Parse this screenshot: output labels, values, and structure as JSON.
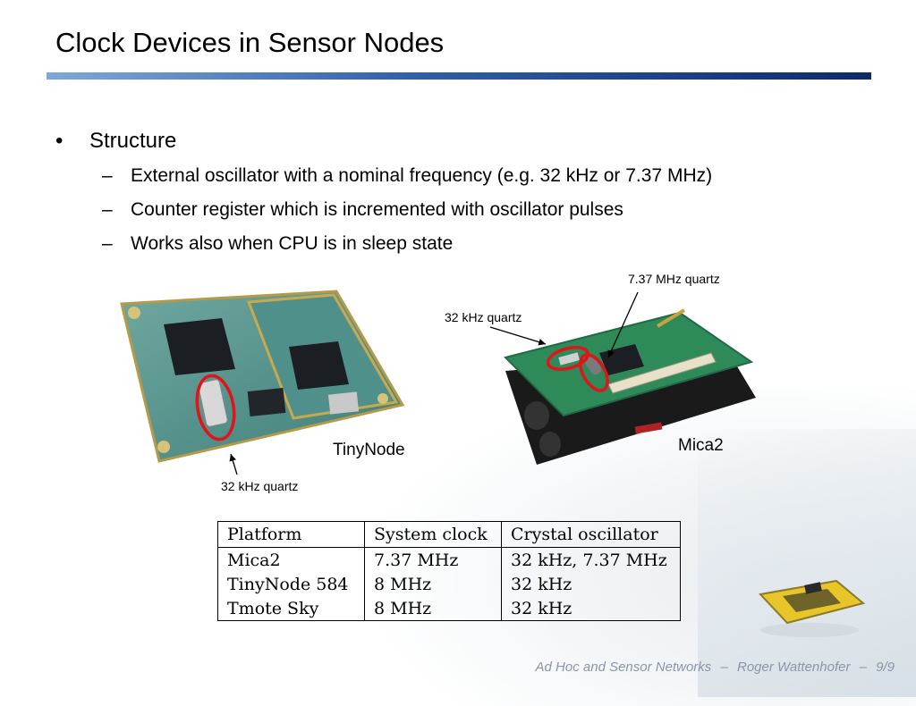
{
  "slide": {
    "title": "Clock Devices in Sensor Nodes",
    "bullet": {
      "marker": "•",
      "text": "Structure",
      "subitems": [
        {
          "marker": "–",
          "text": "External oscillator with a nominal frequency (e.g. 32 kHz or 7.37 MHz)"
        },
        {
          "marker": "–",
          "text": "Counter register which is incremented with oscillator pulses"
        },
        {
          "marker": "–",
          "text": "Works also when CPU is in sleep state"
        }
      ]
    },
    "figure_labels": {
      "tinynode_quartz": "32 kHz quartz",
      "tinynode_name": "TinyNode",
      "mica2_quartz_mhz": "7.37 MHz quartz",
      "mica2_quartz_khz": "32 kHz quartz",
      "mica2_name": "Mica2"
    },
    "table": {
      "headers": [
        "Platform",
        "System clock",
        "Crystal oscillator"
      ],
      "rows": [
        [
          "Mica2",
          "7.37 MHz",
          "32 kHz, 7.37 MHz"
        ],
        [
          "TinyNode 584",
          "8 MHz",
          "32 kHz"
        ],
        [
          "Tmote Sky",
          "8 MHz",
          "32 kHz"
        ]
      ]
    },
    "footer": {
      "course": "Ad Hoc and Sensor Networks",
      "sep1": "–",
      "author": "Roger Wattenhofer",
      "sep2": "–",
      "page": "9/9"
    },
    "colors": {
      "title_bar_start": "#7fa8d9",
      "title_bar_end": "#0d2a6b",
      "highlight": "#e0141b",
      "footer": "#8a96a8",
      "pcb_green": "#2f8a5a"
    }
  }
}
